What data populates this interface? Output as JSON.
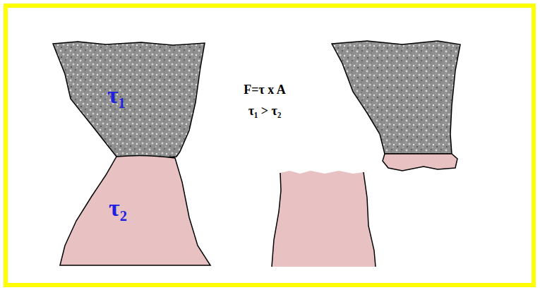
{
  "diagram": {
    "nodes": [
      {
        "text": [
          "τ₁"
        ]
      },
      {
        "text": [
          "τ₂"
        ]
      }
    ],
    "labels": [
      "F=τ x A",
      "τ₁ > τ₂"
    ]
  }
}
